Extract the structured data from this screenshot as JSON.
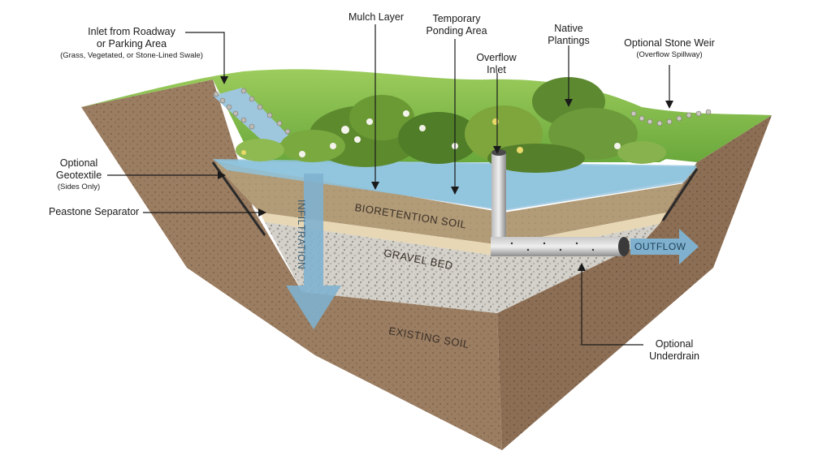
{
  "labels": {
    "inlet": {
      "line1": "Inlet from Roadway",
      "line2": "or Parking Area",
      "sub": "(Grass, Vegetated, or Stone-Lined Swale)"
    },
    "mulch": "Mulch Layer",
    "ponding": {
      "line1": "Temporary",
      "line2": "Ponding Area"
    },
    "overflow_inlet": {
      "line1": "Overflow",
      "line2": "Inlet"
    },
    "native": {
      "line1": "Native",
      "line2": "Plantings"
    },
    "weir": {
      "line1": "Optional Stone Weir",
      "sub": "(Overflow Spillway)"
    },
    "geotextile": {
      "line1": "Optional",
      "line2": "Geotextile",
      "sub": "(Sides Only)"
    },
    "peastone": "Peastone Separator",
    "underdrain": {
      "line1": "Optional",
      "line2": "Underdrain"
    }
  },
  "layers": {
    "bioretention": "BIORETENTION SOIL",
    "gravel": "GRAVEL BED",
    "existing": "EXISTING SOIL",
    "infiltration": "INFILTRATION",
    "outflow": "OUTFLOW"
  },
  "colors": {
    "grass": "#8cc152",
    "soil": "#9a7b5f",
    "bioretention": "#b19a76",
    "gravel": "#d2d0c8",
    "water": "#8ec3dd",
    "arrow": "#7fb1cf"
  }
}
